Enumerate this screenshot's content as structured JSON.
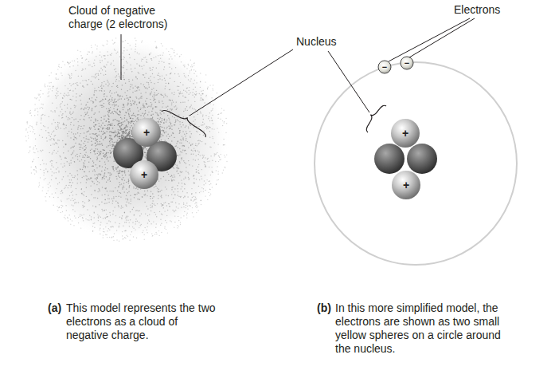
{
  "diagram": {
    "labels": [
      "Cloud of negative charge (2 electrons)",
      "Electrons",
      "Nucleus",
      "+",
      "+",
      "−",
      "−",
      "+",
      "+",
      "(a)",
      "This model represents the two electrons as a cloud of negative charge.",
      "(b)",
      "In this more simplified model, the electrons are shown as two small yellow spheres on a circle around the nucleus."
    ]
  }
}
